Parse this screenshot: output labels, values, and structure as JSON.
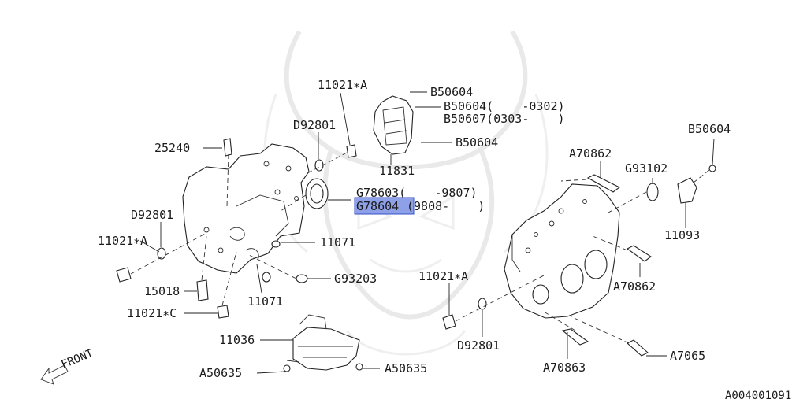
{
  "diagram": {
    "title": "",
    "front_label": "FRONT",
    "figure_code": "A004001091",
    "highlight_color": "#8ea0e8",
    "callouts": {
      "p11021_top": "11021∗A",
      "b50604_top": "B50604",
      "b50604_rng": "B50604(    -0302)",
      "b50607_rng": "B50607(0303-    )",
      "b50604_mid": "B50604",
      "d92801_top": "D92801",
      "p25240": "25240",
      "p11831": "11831",
      "g78603": "G78603(    -9807)",
      "g78604_code": "G78604",
      "g78604_rng": "(9808-    )",
      "d92801_left": "D92801",
      "p11021_left": "11021∗A",
      "p11071_a": "11071",
      "g93203": "G93203",
      "p15018": "15018",
      "p11071_b": "11071",
      "p11021_c": "11021∗C",
      "p11036": "11036",
      "a50635_left": "A50635",
      "a50635_right": "A50635",
      "b50604_right": "B50604",
      "a70862_top": "A70862",
      "g93102": "G93102",
      "p11093": "11093",
      "a70862_right": "A70862",
      "p11021_mid": "11021∗A",
      "d92801_bot": "D92801",
      "a70863": "A70863",
      "a7065": "A7065"
    }
  }
}
